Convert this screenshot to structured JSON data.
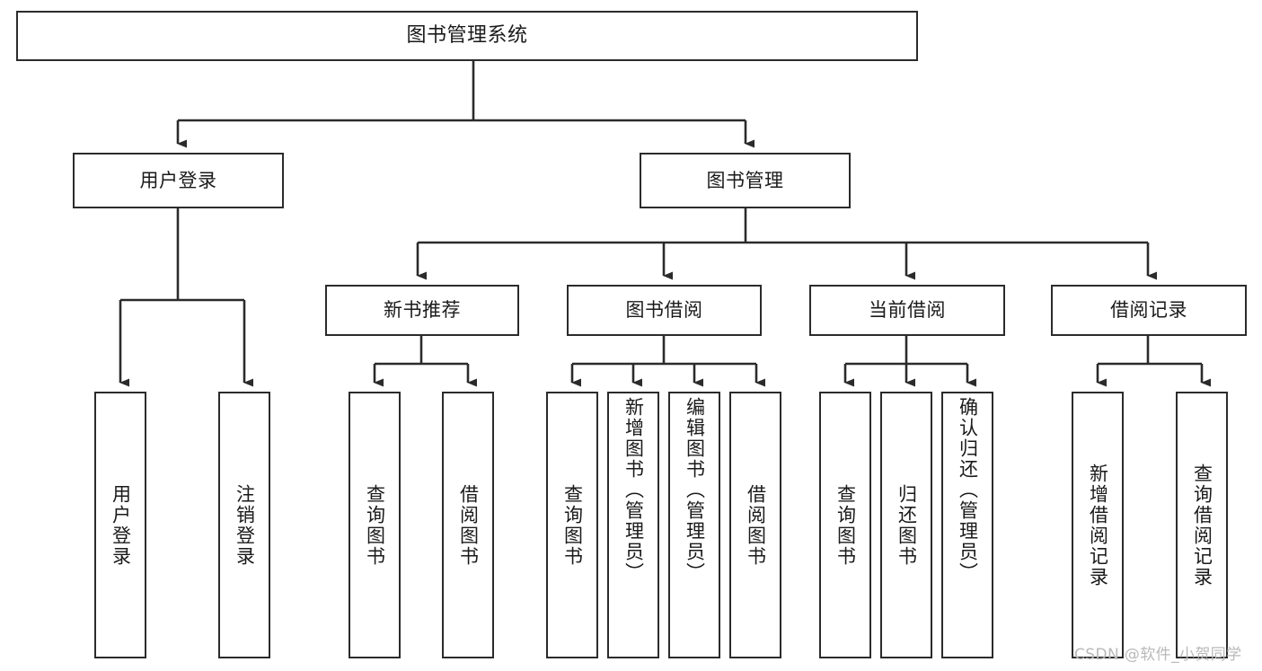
{
  "diagram": {
    "title": "图书管理系统",
    "type": "tree-hierarchy-chart",
    "watermark": "CSDN @软件_小贺同学",
    "colors": {
      "node_border": "#2b2b2b",
      "node_fill": "#ffffff",
      "edge": "#2b2b2b",
      "text": "#1a1a1a",
      "watermark": "#b9b9b9",
      "background": "#ffffff"
    },
    "levels": {
      "root": {
        "label": "图书管理系统"
      },
      "level2": [
        {
          "label": "用户登录"
        },
        {
          "label": "图书管理"
        }
      ],
      "level3": [
        {
          "label": "新书推荐"
        },
        {
          "label": "图书借阅"
        },
        {
          "label": "当前借阅"
        },
        {
          "label": "借阅记录"
        }
      ],
      "leaves": {
        "user_login": [
          {
            "label": "用户登录"
          },
          {
            "label": "注销登录"
          }
        ],
        "new_book_recommend": [
          {
            "label": "查询图书"
          },
          {
            "label": "借阅图书"
          }
        ],
        "book_borrow": [
          {
            "label": "查询图书"
          },
          {
            "label": "新增图书（管理员）"
          },
          {
            "label": "编辑图书（管理员）"
          },
          {
            "label": "借阅图书"
          }
        ],
        "current_borrow": [
          {
            "label": "查询图书"
          },
          {
            "label": "归还图书"
          },
          {
            "label": "确认归还（管理员）"
          }
        ],
        "borrow_record": [
          {
            "label": "新增借阅记录"
          },
          {
            "label": "查询借阅记录"
          }
        ]
      }
    }
  }
}
